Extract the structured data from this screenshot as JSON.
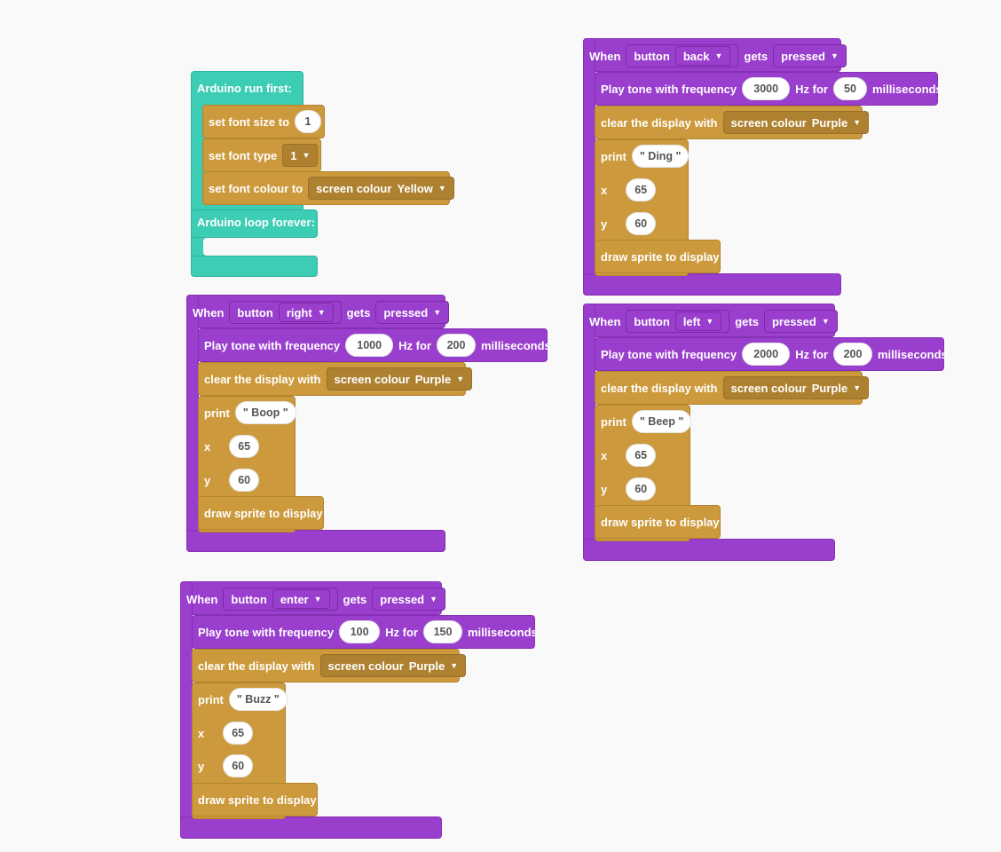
{
  "setup": {
    "header": "Arduino run first:",
    "font_size_label": "set font size to",
    "font_size_value": "1",
    "font_type_label": "set font type",
    "font_type_value": "1",
    "font_colour_label": "set font colour to",
    "font_colour_prefix": "screen colour",
    "font_colour_value": "Yellow",
    "loop_label": "Arduino loop forever:"
  },
  "labels": {
    "when": "When",
    "button": "button",
    "gets": "gets",
    "pressed": "pressed",
    "play_tone": "Play tone with frequency",
    "hz_for": "Hz for",
    "milliseconds": "milliseconds",
    "clear_display": "clear the display with",
    "screen_colour": "screen colour",
    "print": "print",
    "x": "x",
    "y": "y",
    "draw_sprite": "draw sprite to display"
  },
  "handlers": {
    "back": {
      "button": "back",
      "frequency": "3000",
      "duration": "50",
      "colour": "Purple",
      "text": "\" Ding \"",
      "x": "65",
      "y": "60"
    },
    "right": {
      "button": "right",
      "frequency": "1000",
      "duration": "200",
      "colour": "Purple",
      "text": "\" Boop \"",
      "x": "65",
      "y": "60"
    },
    "left": {
      "button": "left",
      "frequency": "2000",
      "duration": "200",
      "colour": "Purple",
      "text": "\" Beep \"",
      "x": "65",
      "y": "60"
    },
    "enter": {
      "button": "enter",
      "frequency": "100",
      "duration": "150",
      "colour": "Purple",
      "text": "\" Buzz \"",
      "x": "65",
      "y": "60"
    }
  },
  "icons": {
    "dropdown": "caret-down-icon"
  }
}
